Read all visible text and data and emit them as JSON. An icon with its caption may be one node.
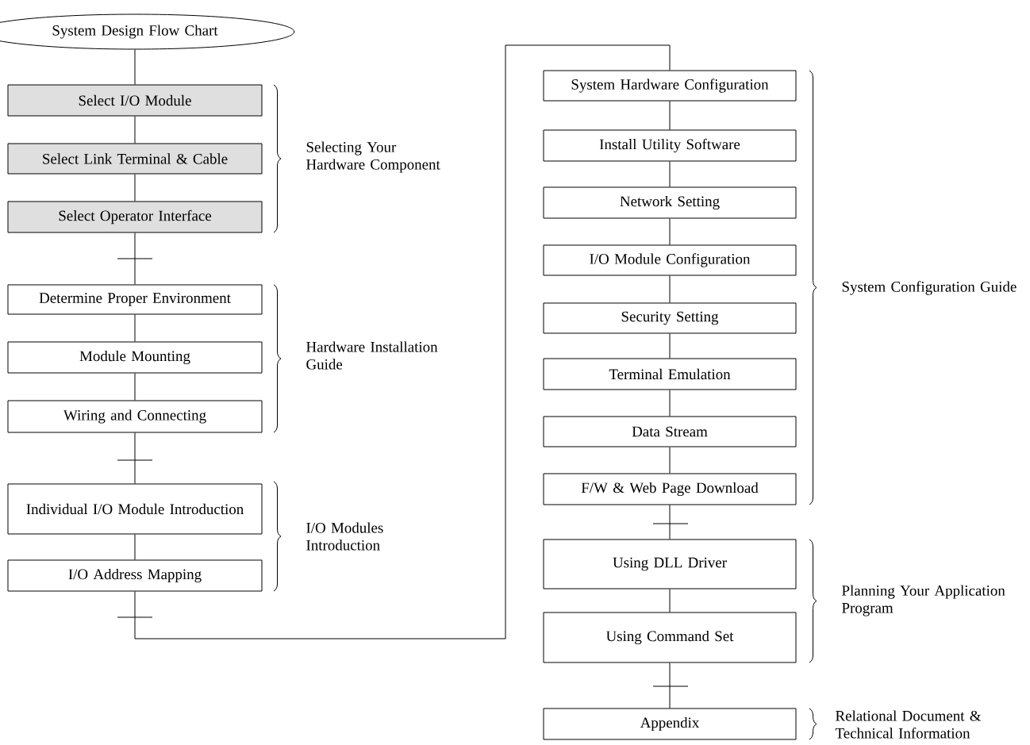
{
  "diagram": {
    "nodes": [
      {
        "text": [
          "System Design Flow Chart"
        ]
      },
      {
        "text": [
          "Select I/O Module"
        ]
      },
      {
        "text": [
          "Select Link Terminal & Cable"
        ]
      },
      {
        "text": [
          "Select Operator Interface"
        ]
      },
      {
        "text": [
          "Determine Proper Environment"
        ]
      },
      {
        "text": [
          "Module Mounting"
        ]
      },
      {
        "text": [
          "Wiring and Connecting"
        ]
      },
      {
        "text": [
          "Individual I/O Module Introduction"
        ]
      },
      {
        "text": [
          "I/O Address Mapping"
        ]
      },
      {
        "text": [
          "System Hardware Configuration"
        ]
      },
      {
        "text": [
          "Install Utility Software"
        ]
      },
      {
        "text": [
          "Network Setting"
        ]
      },
      {
        "text": [
          "I/O Module Configuration"
        ]
      },
      {
        "text": [
          "Security Setting"
        ]
      },
      {
        "text": [
          "Terminal Emulation"
        ]
      },
      {
        "text": [
          "Data Stream"
        ]
      },
      {
        "text": [
          "F/W & Web Page Download"
        ]
      },
      {
        "text": [
          "Using DLL Driver"
        ]
      },
      {
        "text": [
          "Using Command Set"
        ]
      },
      {
        "text": [
          "Appendix"
        ]
      }
    ],
    "edges": [
      {
        "from": 0,
        "to": 1,
        "arrow": "none"
      },
      {
        "from": 1,
        "to": 2,
        "arrow": "none"
      },
      {
        "from": 2,
        "to": 3,
        "arrow": "none"
      },
      {
        "from": 3,
        "to": 4,
        "arrow": "none"
      },
      {
        "from": 4,
        "to": 5,
        "arrow": "none"
      },
      {
        "from": 5,
        "to": 6,
        "arrow": "none"
      },
      {
        "from": 6,
        "to": 7,
        "arrow": "none"
      },
      {
        "from": 7,
        "to": 8,
        "arrow": "none"
      },
      {
        "from": 8,
        "to": 9,
        "arrow": "none"
      },
      {
        "from": 9,
        "to": 10,
        "arrow": "none"
      },
      {
        "from": 10,
        "to": 11,
        "arrow": "none"
      },
      {
        "from": 11,
        "to": 12,
        "arrow": "none"
      },
      {
        "from": 12,
        "to": 13,
        "arrow": "none"
      },
      {
        "from": 13,
        "to": 14,
        "arrow": "none"
      },
      {
        "from": 14,
        "to": 15,
        "arrow": "none"
      },
      {
        "from": 15,
        "to": 16,
        "arrow": "none"
      },
      {
        "from": 16,
        "to": 17,
        "arrow": "none"
      },
      {
        "from": 17,
        "to": 18,
        "arrow": "none"
      },
      {
        "from": 18,
        "to": 19,
        "arrow": "none"
      }
    ],
    "labels": [
      "Selecting Your Hardware Component",
      "Hardware Installation Guide",
      "I/O Modules Introduction",
      "System Configuration Guide",
      "Planning Your Application Program",
      "Relational Document & Technical Information"
    ]
  }
}
